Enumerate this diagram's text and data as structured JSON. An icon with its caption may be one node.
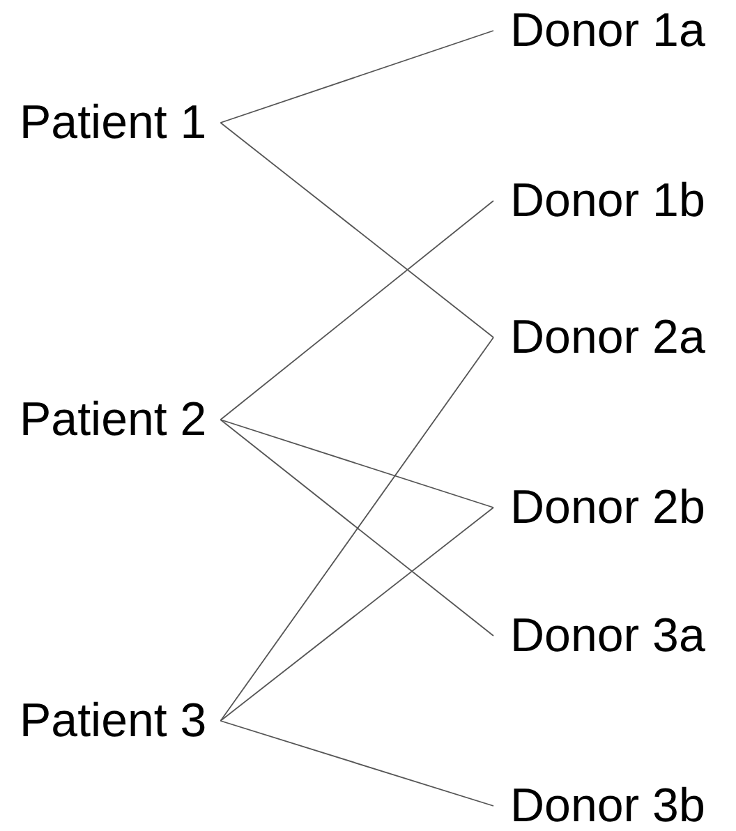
{
  "diagram": {
    "nodes": [
      {
        "text": [
          "Patient 1"
        ]
      },
      {
        "text": [
          "Patient 2"
        ]
      },
      {
        "text": [
          "Patient 3"
        ]
      },
      {
        "text": [
          "Donor 1a"
        ]
      },
      {
        "text": [
          "Donor 1b"
        ]
      },
      {
        "text": [
          "Donor 2a"
        ]
      },
      {
        "text": [
          "Donor 2b"
        ]
      },
      {
        "text": [
          "Donor 3a"
        ]
      },
      {
        "text": [
          "Donor 3b"
        ]
      }
    ],
    "edges": [
      {
        "from": 0,
        "to": 3,
        "arrow": "none"
      },
      {
        "from": 0,
        "to": 5,
        "arrow": "none"
      },
      {
        "from": 1,
        "to": 4,
        "arrow": "none"
      },
      {
        "from": 1,
        "to": 6,
        "arrow": "none"
      },
      {
        "from": 1,
        "to": 7,
        "arrow": "none"
      },
      {
        "from": 2,
        "to": 5,
        "arrow": "none"
      },
      {
        "from": 2,
        "to": 6,
        "arrow": "none"
      },
      {
        "from": 2,
        "to": 8,
        "arrow": "none"
      }
    ]
  }
}
